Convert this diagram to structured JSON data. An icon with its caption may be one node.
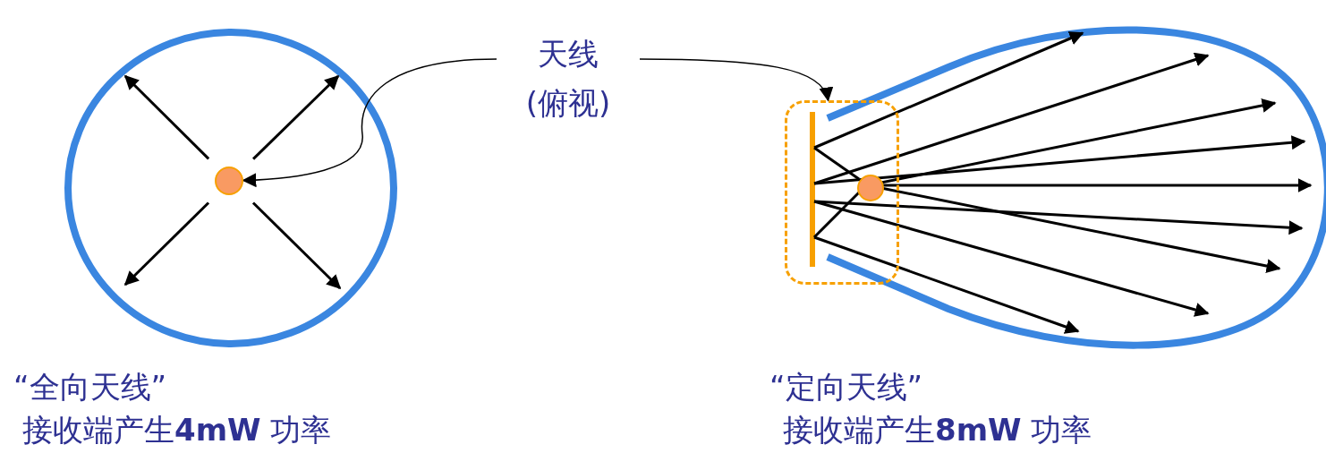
{
  "diagram": {
    "nodes": [
      {
        "text": [
          "天线",
          "(俯视)"
        ]
      },
      {
        "text": [],
        "shape": "circle"
      },
      {
        "text": [],
        "shape": "box"
      },
      {
        "text": [],
        "shape": "circle",
        "in": 2
      }
    ],
    "edges": [
      {
        "from": 0,
        "to": 1,
        "arrow": "to"
      },
      {
        "from": 0,
        "to": 2,
        "arrow": "to"
      }
    ],
    "labels": [
      "“全向天线”",
      "接收端产生**4mW** 功率",
      "“定向天线”",
      "接收端产生**8mW** 功率"
    ]
  }
}
